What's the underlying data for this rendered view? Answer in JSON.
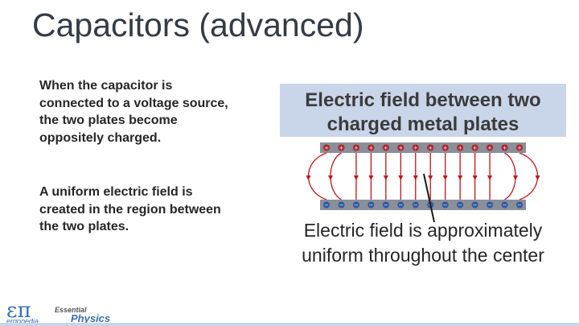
{
  "slide": {
    "title": "Capacitors (advanced)",
    "paragraphs": [
      "When the capacitor is connected to a voltage source, the two plates become oppositely charged.",
      "A uniform electric field is created in the region between the two plates."
    ]
  },
  "figure": {
    "header_line1": "Electric field between two",
    "header_line2": "charged metal plates",
    "caption_line1": "Electric field is approximately",
    "caption_line2": "uniform throughout the center",
    "top_plate_charge": "+",
    "bottom_plate_charge": "−",
    "charges_per_plate": 14,
    "colors": {
      "header_bg": "#c9d5e8",
      "plate": "#8a8f98",
      "positive": "#b0202a",
      "negative": "#2f58a6",
      "field_line": "#c0141c"
    }
  },
  "footer": {
    "logo_symbol": "επ",
    "logo_name": "ergopedia",
    "series_small": "Essential",
    "series_large": "Physics"
  }
}
